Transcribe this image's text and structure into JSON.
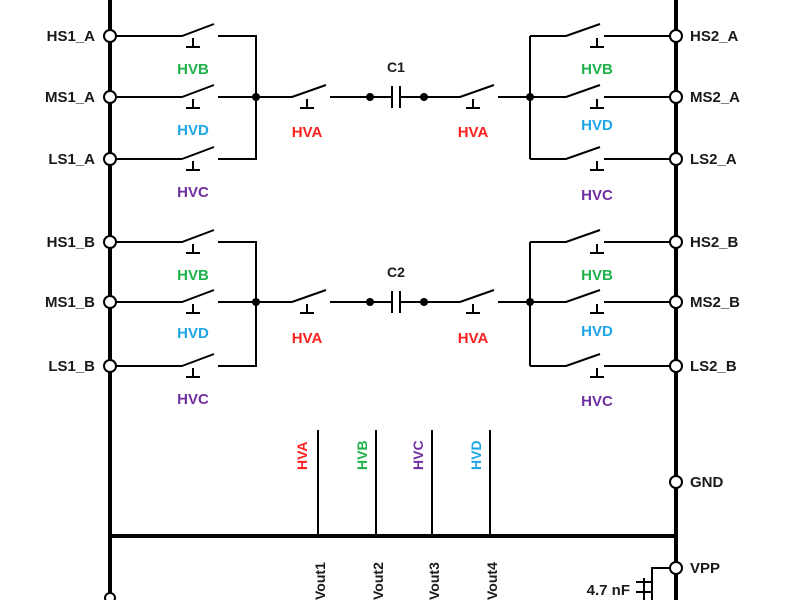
{
  "colors": {
    "HVA": "#ff2020",
    "HVB": "#1fb24a",
    "HVC": "#7030a0",
    "HVD": "#1ea7e6",
    "ink": "#1a1a1a"
  },
  "pins": {
    "HS1_A": "HS1_A",
    "MS1_A": "MS1_A",
    "LS1_A": "LS1_A",
    "HS1_B": "HS1_B",
    "MS1_B": "MS1_B",
    "LS1_B": "LS1_B",
    "HS2_A": "HS2_A",
    "MS2_A": "MS2_A",
    "LS2_A": "LS2_A",
    "HS2_B": "HS2_B",
    "MS2_B": "MS2_B",
    "LS2_B": "LS2_B",
    "GND": "GND",
    "VPP": "VPP"
  },
  "capacitors": {
    "c1": "C1",
    "c2": "C2"
  },
  "switch_labels": {
    "hva": "HVA",
    "hvb": "HVB",
    "hvc": "HVC",
    "hvd": "HVD"
  },
  "outputs": {
    "vout1": "Vout1",
    "vout2": "Vout2",
    "vout3": "Vout3",
    "vout4": "Vout4"
  },
  "vpp_cap": "4.7 nF"
}
